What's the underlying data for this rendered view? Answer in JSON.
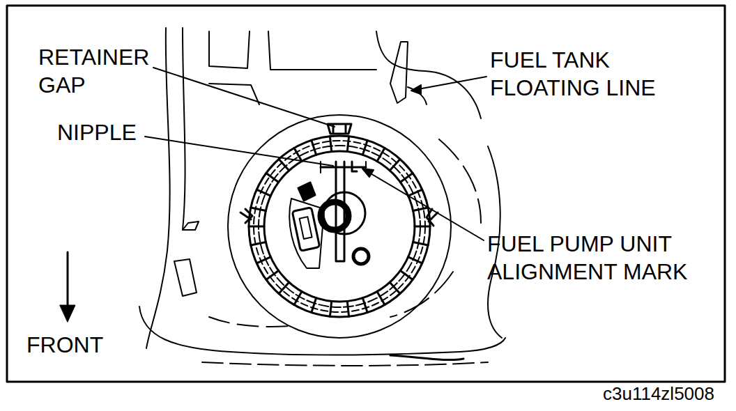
{
  "diagram": {
    "labels": [
      "RETAINER GAP",
      "NIPPLE",
      "FUEL TANK FLOATING LINE",
      "FUEL PUMP UNIT ALIGNMENT MARK",
      "FRONT",
      "c3u114zl5008"
    ]
  }
}
